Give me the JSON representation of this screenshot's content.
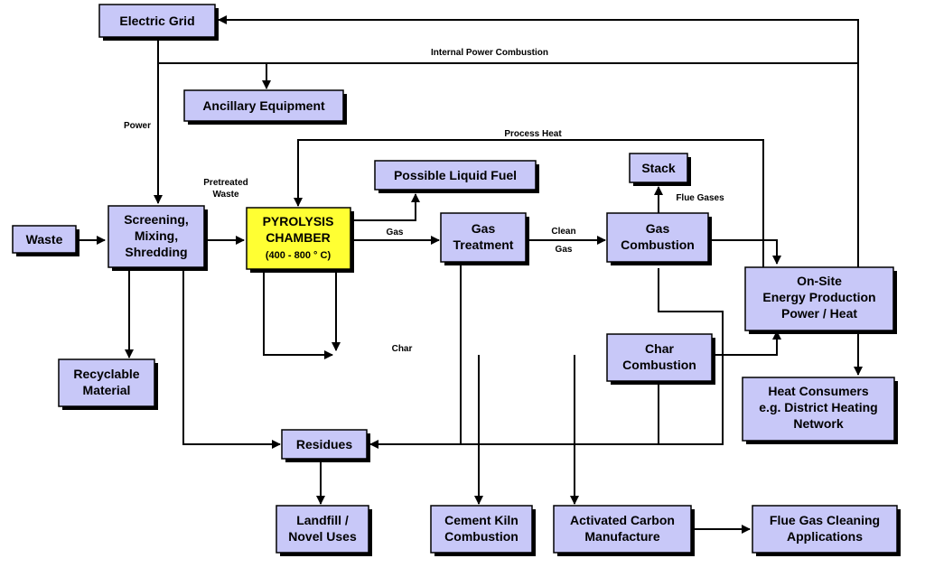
{
  "colors": {
    "box_fill": "#c8c8f8",
    "highlight_fill": "#ffff33",
    "line": "#000000"
  },
  "boxes": {
    "electric_grid": [
      "Electric Grid"
    ],
    "ancillary": [
      "Ancillary Equipment"
    ],
    "waste": [
      "Waste"
    ],
    "screening": [
      "Screening,",
      "Mixing,",
      "Shredding"
    ],
    "pyrolysis": [
      "PYROLYSIS",
      "CHAMBER",
      "(400 - 800 ° C)"
    ],
    "liquid_fuel": [
      "Possible Liquid Fuel"
    ],
    "gas_treatment": [
      "Gas",
      "Treatment"
    ],
    "stack": [
      "Stack"
    ],
    "gas_combustion": [
      "Gas",
      "Combustion"
    ],
    "onsite_energy": [
      "On-Site",
      "Energy Production",
      "Power / Heat"
    ],
    "recyclable": [
      "Recyclable",
      "Material"
    ],
    "char_combustion": [
      "Char",
      "Combustion"
    ],
    "heat_consumers": [
      "Heat Consumers",
      "e.g. District Heating",
      "Network"
    ],
    "residues": [
      "Residues"
    ],
    "landfill": [
      "Landfill /",
      "Novel Uses"
    ],
    "cement_kiln": [
      "Cement Kiln",
      "Combustion"
    ],
    "activated_carbon": [
      "Activated Carbon",
      "Manufacture"
    ],
    "flue_gas_cleaning": [
      "Flue Gas Cleaning",
      "Applications"
    ]
  },
  "labels": {
    "internal_power": "Internal Power Combustion",
    "power": "Power",
    "pretreated_waste": [
      "Pretreated",
      "Waste"
    ],
    "process_heat": "Process Heat",
    "gas": "Gas",
    "clean_gas": [
      "Clean",
      "Gas"
    ],
    "flue_gases": "Flue Gases",
    "char": "Char"
  }
}
